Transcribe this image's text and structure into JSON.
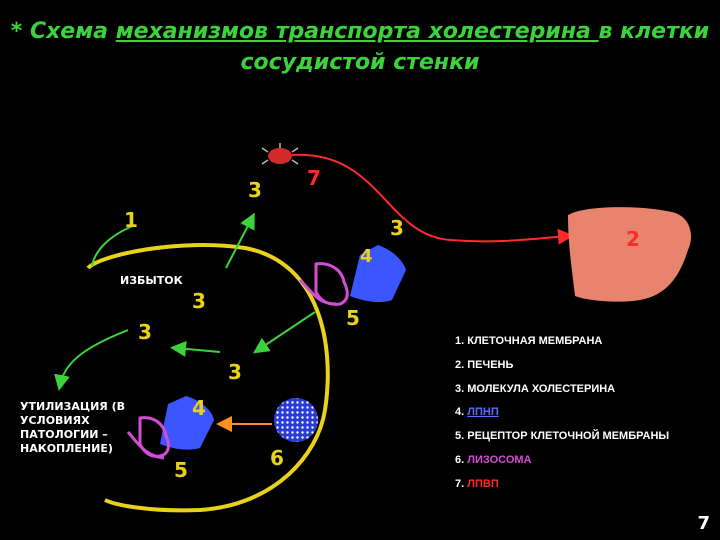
{
  "title": {
    "prefix": "* Схема ",
    "underlined": "механизмов транспорта холестерина ",
    "middle": "в клетки",
    "line2": "сосудистой стенки"
  },
  "labels": {
    "one": "1",
    "two": "2",
    "three": "3",
    "four": "4",
    "five": "5",
    "six": "6",
    "seven": "7",
    "excess": "ИЗБЫТОК",
    "utilization": "УТИЛИЗАЦИЯ (В УСЛОВИЯХ ПАТОЛОГИИ – НАКОПЛЕНИЕ)"
  },
  "legend": [
    {
      "num": "1.",
      "text": "КЛЕТОЧНАЯ МЕМБРАНА",
      "color": "#ffffff"
    },
    {
      "num": "2.",
      "text": "ПЕЧЕНЬ",
      "color": "#ffffff"
    },
    {
      "num": "3.",
      "text": "МОЛЕКУЛА ХОЛЕСТЕРИНА",
      "color": "#ffffff"
    },
    {
      "num": "4.",
      "text": "ЛПНП",
      "color": "#5b6bff"
    },
    {
      "num": "5.",
      "text": "РЕЦЕПТОР КЛЕТОЧНОЙ МЕМБРАНЫ",
      "color": "#ffffff"
    },
    {
      "num": "6.",
      "text": "ЛИЗОСОМА",
      "color": "#d44cd4"
    },
    {
      "num": "7.",
      "text": "ЛПВП",
      "color": "#ff2a2a"
    }
  ],
  "page_number": "7",
  "colors": {
    "membrane": "#e8d21a",
    "arrow_green": "#3cd23c",
    "arrow_red": "#ff2a2a",
    "arrow_orange": "#ff9020",
    "liver": "#e8846e",
    "receptor": "#d44cd4",
    "ldl": "#3b55ff",
    "lysosome": "#2a3cd6"
  }
}
